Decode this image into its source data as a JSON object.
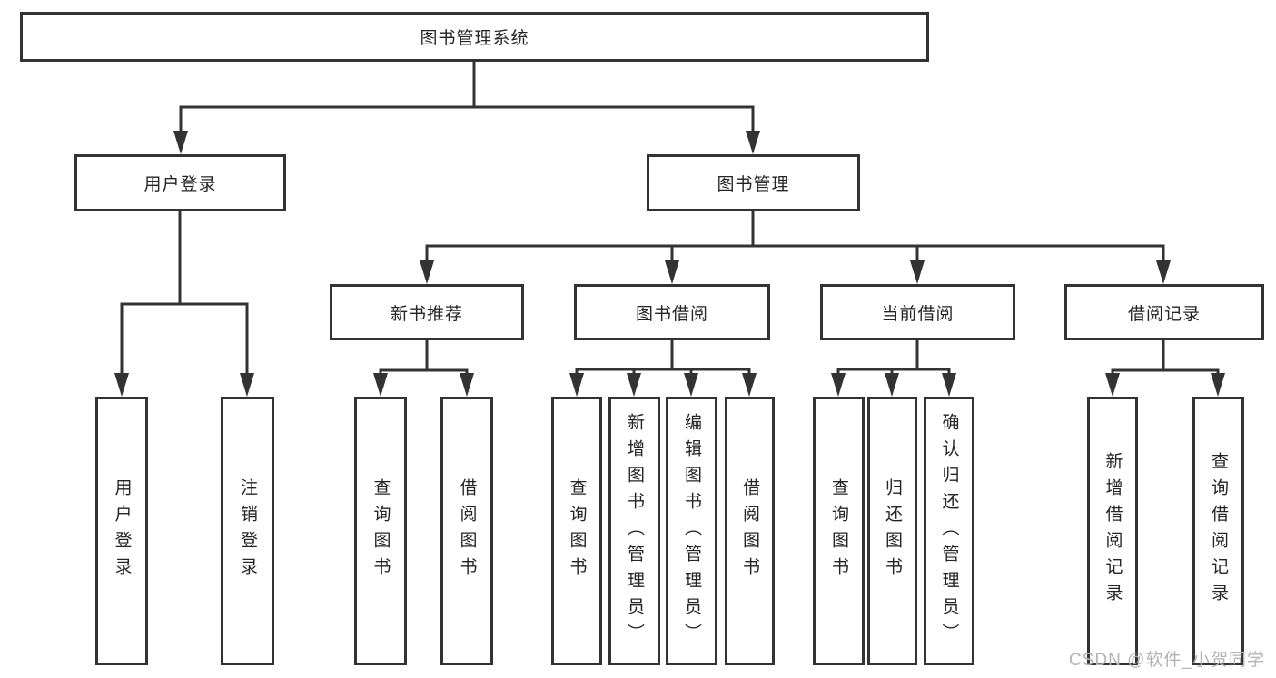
{
  "tree": {
    "root_label": "图书管理系统",
    "branches": [
      {
        "label": "用户登录",
        "children": [
          "用户登录",
          "注销登录"
        ]
      },
      {
        "label": "图书管理",
        "modules": [
          {
            "label": "新书推荐",
            "children": [
              "查询图书",
              "借阅图书"
            ]
          },
          {
            "label": "图书借阅",
            "children": [
              "查询图书",
              "新增图书（管理员）",
              "编辑图书（管理员）",
              "借阅图书"
            ]
          },
          {
            "label": "当前借阅",
            "children": [
              "查询图书",
              "归还图书",
              "确认归还（管理员）"
            ]
          },
          {
            "label": "借阅记录",
            "children": [
              "新增借阅记录",
              "查询借阅记录"
            ]
          }
        ]
      }
    ]
  },
  "watermark": {
    "text": "CSDN @软件_小贺同学"
  },
  "colors": {
    "line": "#333333",
    "box_border": "#333333",
    "text": "#252525",
    "watermark": "#b3b3b3",
    "background": "#ffffff"
  }
}
